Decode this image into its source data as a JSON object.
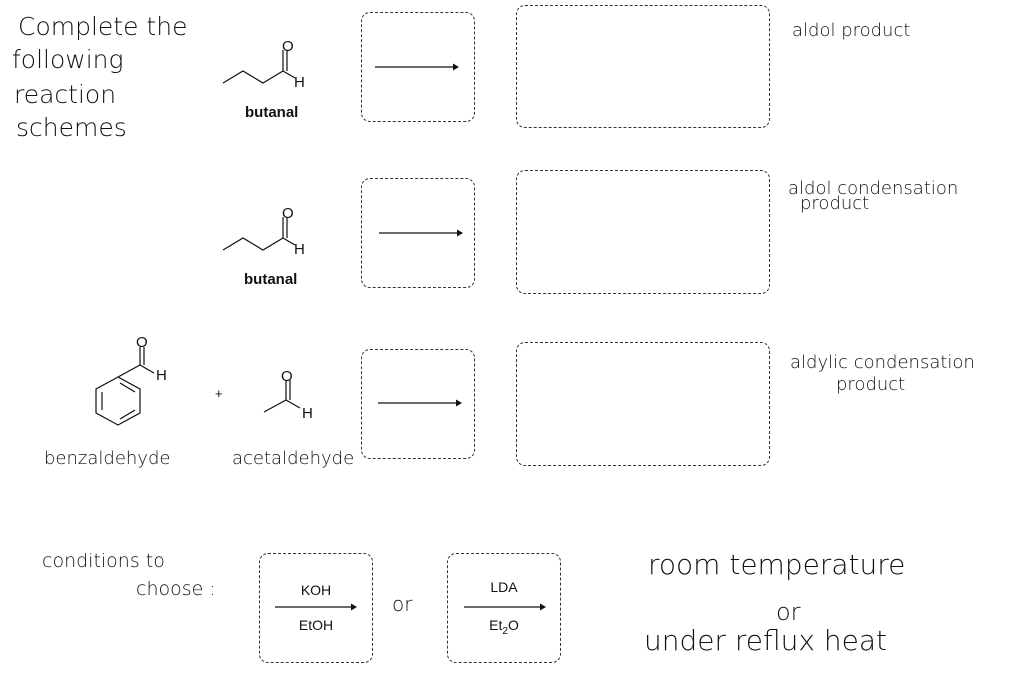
{
  "instruction": [
    "Complete the",
    "following",
    "reaction",
    "schemes"
  ],
  "reactions": [
    {
      "reactant_name": "butanal",
      "product_label": [
        "aldol product"
      ]
    },
    {
      "reactant_name": "butanal",
      "product_label": [
        "aldol condensation",
        "product"
      ]
    },
    {
      "reactant_names": [
        "benzaldehyde",
        "acetaldehyde"
      ],
      "plus": "+",
      "product_label": [
        "aldylic condensation",
        "product"
      ]
    }
  ],
  "atoms": {
    "O": "O",
    "H": "H"
  },
  "conditions": {
    "heading": [
      "conditions to",
      "choose :"
    ],
    "option1": {
      "top": "KOH",
      "bottom": "EtOH"
    },
    "or_word": "or",
    "option2": {
      "top": "LDA",
      "bottom_main": "Et",
      "bottom_sub": "2",
      "bottom_end": "O"
    },
    "temperature": [
      "room temperature",
      "or",
      "under reflux heat"
    ]
  }
}
